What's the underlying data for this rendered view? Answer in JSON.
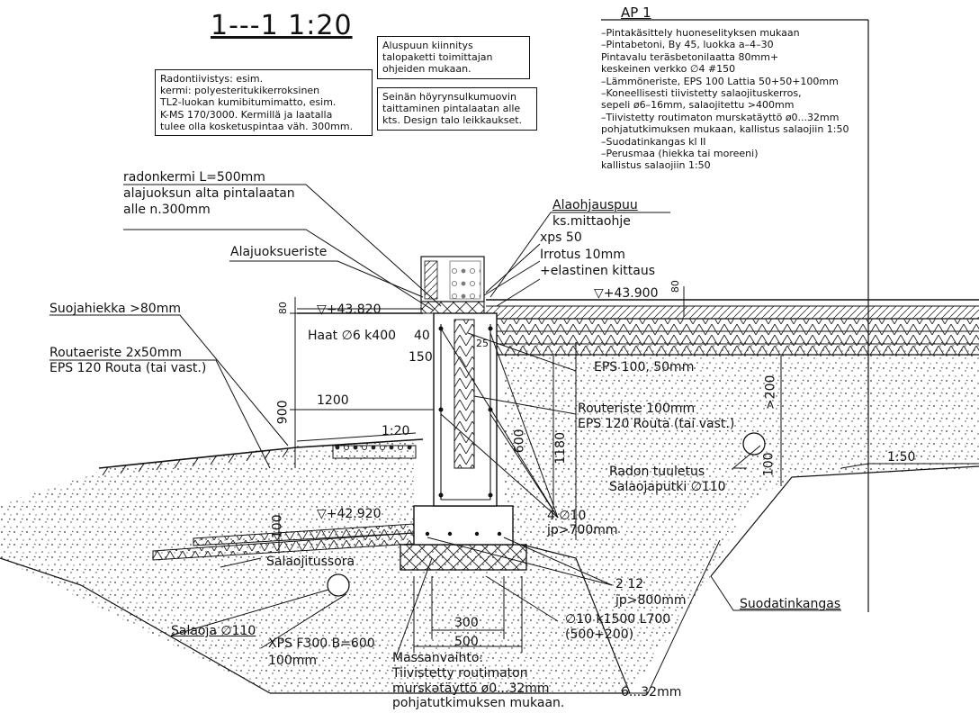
{
  "title": "1---1 1:20",
  "notes": {
    "aluspuu": [
      "Aluspuun kiinnitys",
      "talopaketti toimittajan",
      "ohjeiden mukaan."
    ],
    "radon": [
      "Radontiivistys: esim.",
      "kermi:  polyesteritukikerroksinen",
      "TL2-luokan kumibitumimatto, esim.",
      "K-MS 170/3000. Kermillä ja laatalla",
      "tulee olla kosketuspintaa väh. 300mm."
    ],
    "hoyry": [
      "Seinän höyrynsulkumuovin",
      "taittaminen pintalaatan alle",
      "kts. Design talo leikkaukset."
    ]
  },
  "ap1": {
    "heading": "AP 1",
    "lines": [
      "–Pintakäsittely huoneselityksen mukaan",
      "–Pintabetoni, By 45, luokka a–4–30",
      "  Pintavalu teräsbetonilaatta 80mm+",
      "  keskeinen verkko ∅4 #150",
      "–Lämmöneriste, EPS 100 Lattia 50+50+100mm",
      "–Koneellisesti tiivistetty salaojituskerros,",
      "  sepeli ø6–16mm, salaojitettu >400mm",
      "–Tiivistetty routimaton murskətäyttö ø0...32mm",
      "  pohjatutkimuksen mukaan, kallistus salaojiin 1:50",
      "–Suodatinkangas kl II",
      "–Perusmaa (hiekka tai moreeni)",
      "  kallistus salaojiin 1:50"
    ]
  },
  "labels": {
    "radonkermi": [
      "radonkermi L=500mm",
      "alajuoksun alta pintalaatan",
      "alle n.300mm"
    ],
    "alajuoksueriste": "Alajuoksueriste",
    "alaohjauspuu": [
      "Alaohjauspuu",
      "ks.mittaohje",
      "xps 50",
      "Irrotus 10mm",
      "+elastinen kittaus"
    ],
    "elev_slab": "▽+43.900",
    "dim_80_right": "80",
    "suojahiekka": "Suojahiekka >80mm",
    "dim_80_left": "80",
    "elev_left": "▽+43.820",
    "routaeriste": [
      "Routaeriste 2x50mm",
      "EPS 120 Routa (tai vast.)"
    ],
    "haat": "Haat ∅6 k400",
    "d40": "40",
    "d150": "150",
    "d25": "25",
    "eps100": "EPS 100, 50mm",
    "d200": ">200",
    "d900": "900",
    "d1200": "1200",
    "slope_left": "1:20",
    "routeriste100": [
      "Routeriste 100mm",
      "EPS 120 Routa (tai vast.)"
    ],
    "d600": "600",
    "d1180": "1180",
    "radon_tuuletus": [
      "Radon tuuletus",
      "Salaojaputki ∅110"
    ],
    "d100": "100",
    "slope_right": "1:50",
    "elev_footing": "▽+42.920",
    "d100_footing": "100",
    "rebar_top": [
      "4 ∅10",
      "jp>700mm"
    ],
    "salaojitussora": "Salaojitussora",
    "rebar_bottom": [
      "2  12",
      "jp>800mm"
    ],
    "suodatinkangas": "Suodatinkangas",
    "salaoja": "Salaoja ∅110",
    "d300": "300",
    "stirrup": [
      "∅10 k1500 L700",
      "(500+200)"
    ],
    "xps": [
      "XPS F300 B=600",
      "100mm"
    ],
    "d500": "500",
    "massanvaihto": [
      "Massanvaihto:",
      "Tiivistetty routimaton",
      "murskətäyttö ø0...32mm",
      "pohjatutkimuksen mukaan."
    ],
    "d632": "6...32mm"
  }
}
